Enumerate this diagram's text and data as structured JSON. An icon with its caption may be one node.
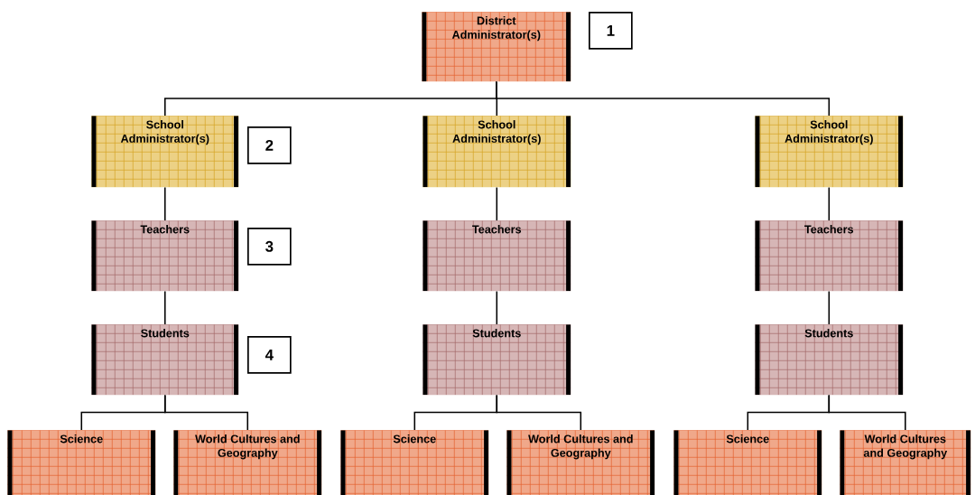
{
  "diagram": {
    "nodes": [
      {
        "text": [
          "District Administrator(s)"
        ]
      },
      {
        "text": [
          "1"
        ]
      },
      {
        "text": [
          "School Administrator(s)"
        ]
      },
      {
        "text": [
          "2"
        ]
      },
      {
        "text": [
          "School Administrator(s)"
        ]
      },
      {
        "text": [
          "School Administrator(s)"
        ]
      },
      {
        "text": [
          "Teachers"
        ]
      },
      {
        "text": [
          "3"
        ]
      },
      {
        "text": [
          "Teachers"
        ]
      },
      {
        "text": [
          "Teachers"
        ]
      },
      {
        "text": [
          "Students"
        ]
      },
      {
        "text": [
          "4"
        ]
      },
      {
        "text": [
          "Students"
        ]
      },
      {
        "text": [
          "Students"
        ]
      },
      {
        "text": [
          "Science"
        ]
      },
      {
        "text": [
          "World Cultures and Geography"
        ]
      },
      {
        "text": [
          "Science"
        ]
      },
      {
        "text": [
          "World Cultures and Geography"
        ]
      },
      {
        "text": [
          "Science"
        ]
      },
      {
        "text": [
          "World Cultures and Geography"
        ]
      }
    ],
    "edges": [
      {
        "from": 0,
        "to": 2,
        "arrow": "none"
      },
      {
        "from": 0,
        "to": 4,
        "arrow": "none"
      },
      {
        "from": 0,
        "to": 5,
        "arrow": "none"
      },
      {
        "from": 2,
        "to": 6,
        "arrow": "none"
      },
      {
        "from": 4,
        "to": 8,
        "arrow": "none"
      },
      {
        "from": 5,
        "to": 9,
        "arrow": "none"
      },
      {
        "from": 6,
        "to": 10,
        "arrow": "none"
      },
      {
        "from": 8,
        "to": 12,
        "arrow": "none"
      },
      {
        "from": 9,
        "to": 13,
        "arrow": "none"
      },
      {
        "from": 10,
        "to": 14,
        "arrow": "none"
      },
      {
        "from": 10,
        "to": 15,
        "arrow": "none"
      },
      {
        "from": 12,
        "to": 16,
        "arrow": "none"
      },
      {
        "from": 12,
        "to": 17,
        "arrow": "none"
      },
      {
        "from": 13,
        "to": 18,
        "arrow": "none"
      },
      {
        "from": 13,
        "to": 19,
        "arrow": "none"
      }
    ]
  }
}
